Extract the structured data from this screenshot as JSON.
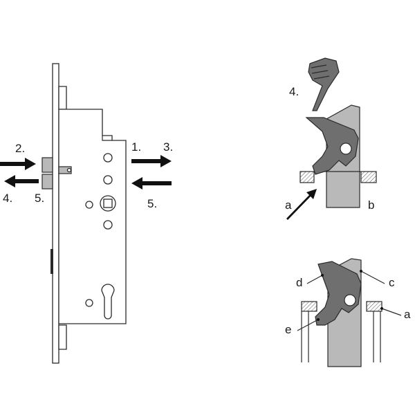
{
  "labels": {
    "step_2": "2.",
    "step_1": "1.",
    "step_3": "3.",
    "step_4_left": "4.",
    "step_5_left": "5.",
    "step_5_right": "5.",
    "step_4_top": "4.",
    "label_a_upper": "a",
    "label_b": "b",
    "label_d": "d",
    "label_c": "c",
    "label_e": "e",
    "label_a_lower": "a"
  }
}
